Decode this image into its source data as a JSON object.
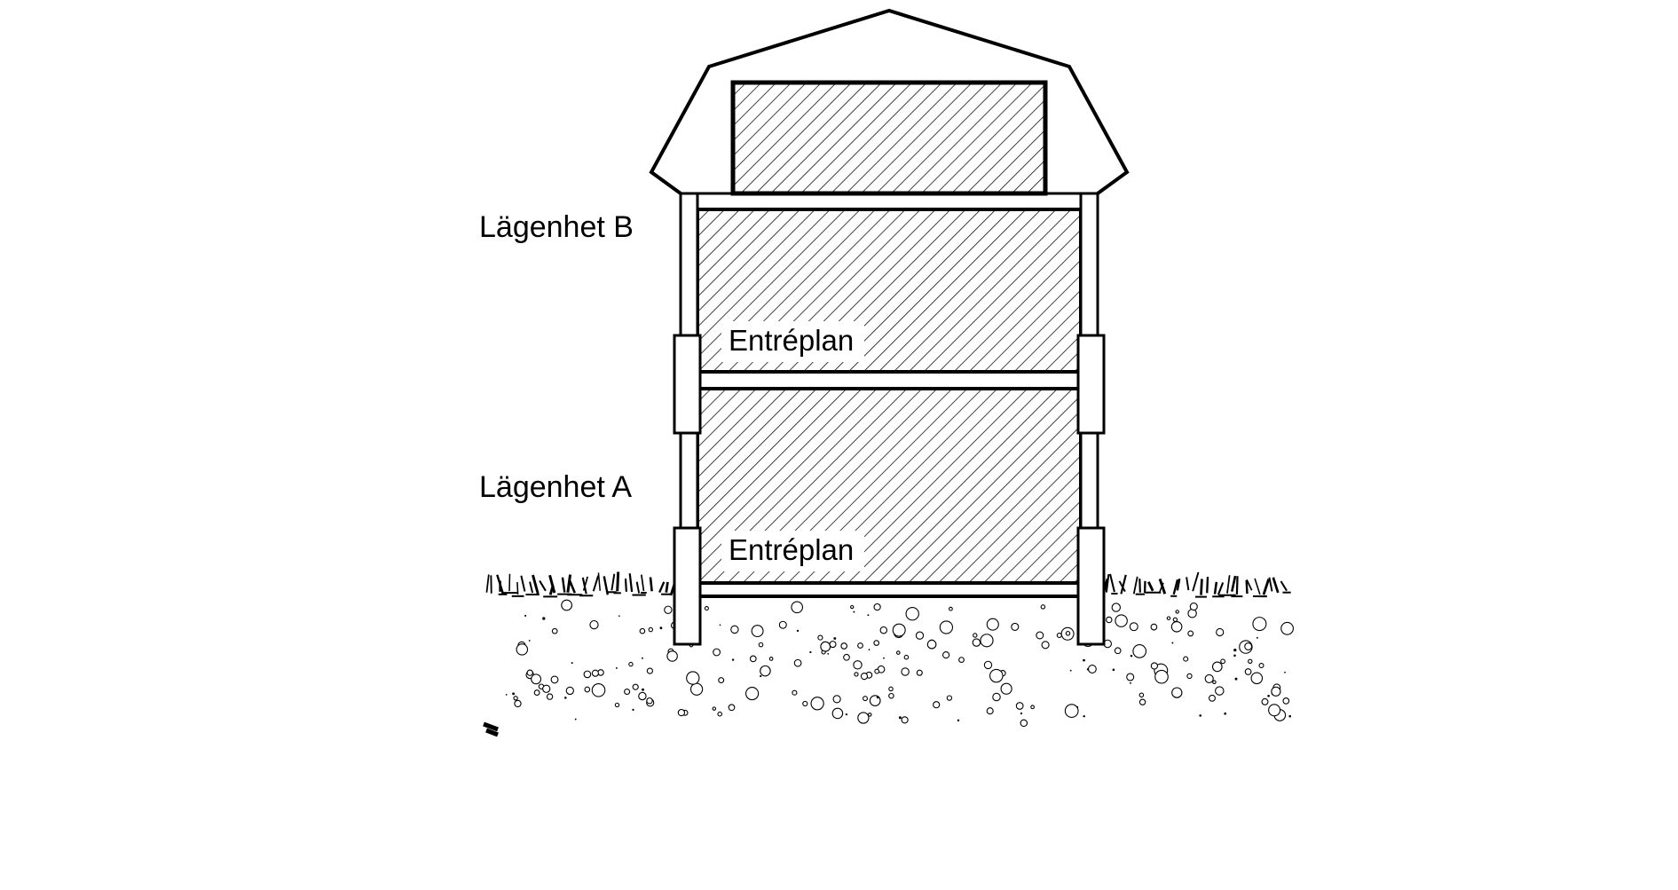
{
  "diagram": {
    "apartments": [
      {
        "label": "Lägenhet B",
        "floor_label": "Entréplan"
      },
      {
        "label": "Lägenhet A",
        "floor_label": "Entréplan"
      }
    ],
    "colors": {
      "line": "#000000",
      "background": "#ffffff"
    }
  }
}
